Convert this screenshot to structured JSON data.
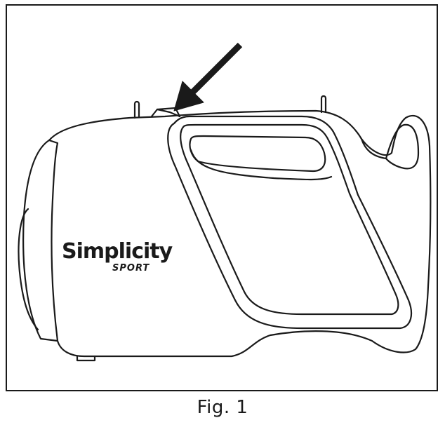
{
  "logo": {
    "brand": "Simplicity",
    "sub": "SPORT"
  },
  "caption": "Fig. 1",
  "colors": {
    "line": "#1a1a1a",
    "background": "#ffffff"
  },
  "icons": {
    "arrow": "arrow-pointing-down-left"
  }
}
